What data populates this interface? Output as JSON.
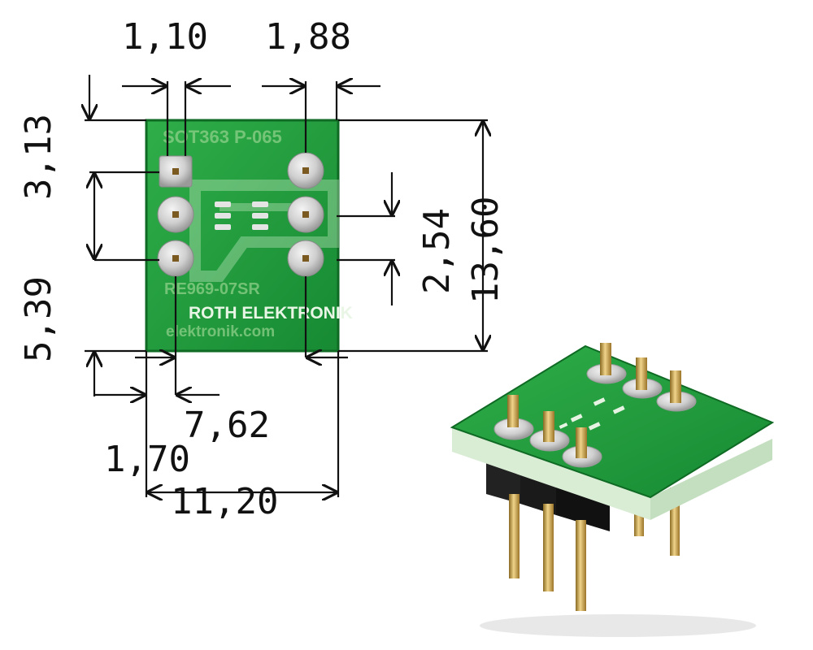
{
  "board": {
    "brand": "ROTH ELEKTRONIK",
    "top_label": "SOT363 P-065",
    "part_number": "RE969-07SR",
    "website": "elektronik.com"
  },
  "dimensions": {
    "pad_width": "1,10",
    "pad_spacing": "1,88",
    "top_offset": "3,13",
    "pin_pitch": "2,54",
    "board_height": "13,60",
    "pin_rows_offset": "5,39",
    "row_spacing": "7,62",
    "left_offset": "1,70",
    "board_width": "11,20"
  },
  "colors": {
    "pcb": "#1f9a3a",
    "pcb_edge": "#0f6a24",
    "pad": "#d8d8d8",
    "pin_gold": "#c9a14a",
    "header_black": "#1a1a1a"
  }
}
